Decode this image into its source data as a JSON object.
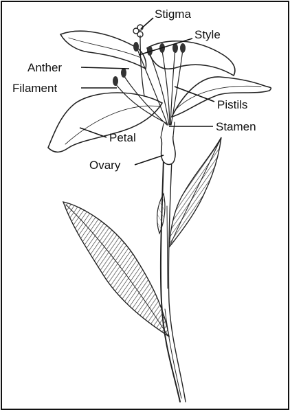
{
  "labels": {
    "stigma": "Stigma",
    "style": "Style",
    "anther": "Anther",
    "filament": "Filament",
    "pistils": "Pistils",
    "petal": "Petal",
    "stamen": "Stamen",
    "ovary": "Ovary"
  }
}
